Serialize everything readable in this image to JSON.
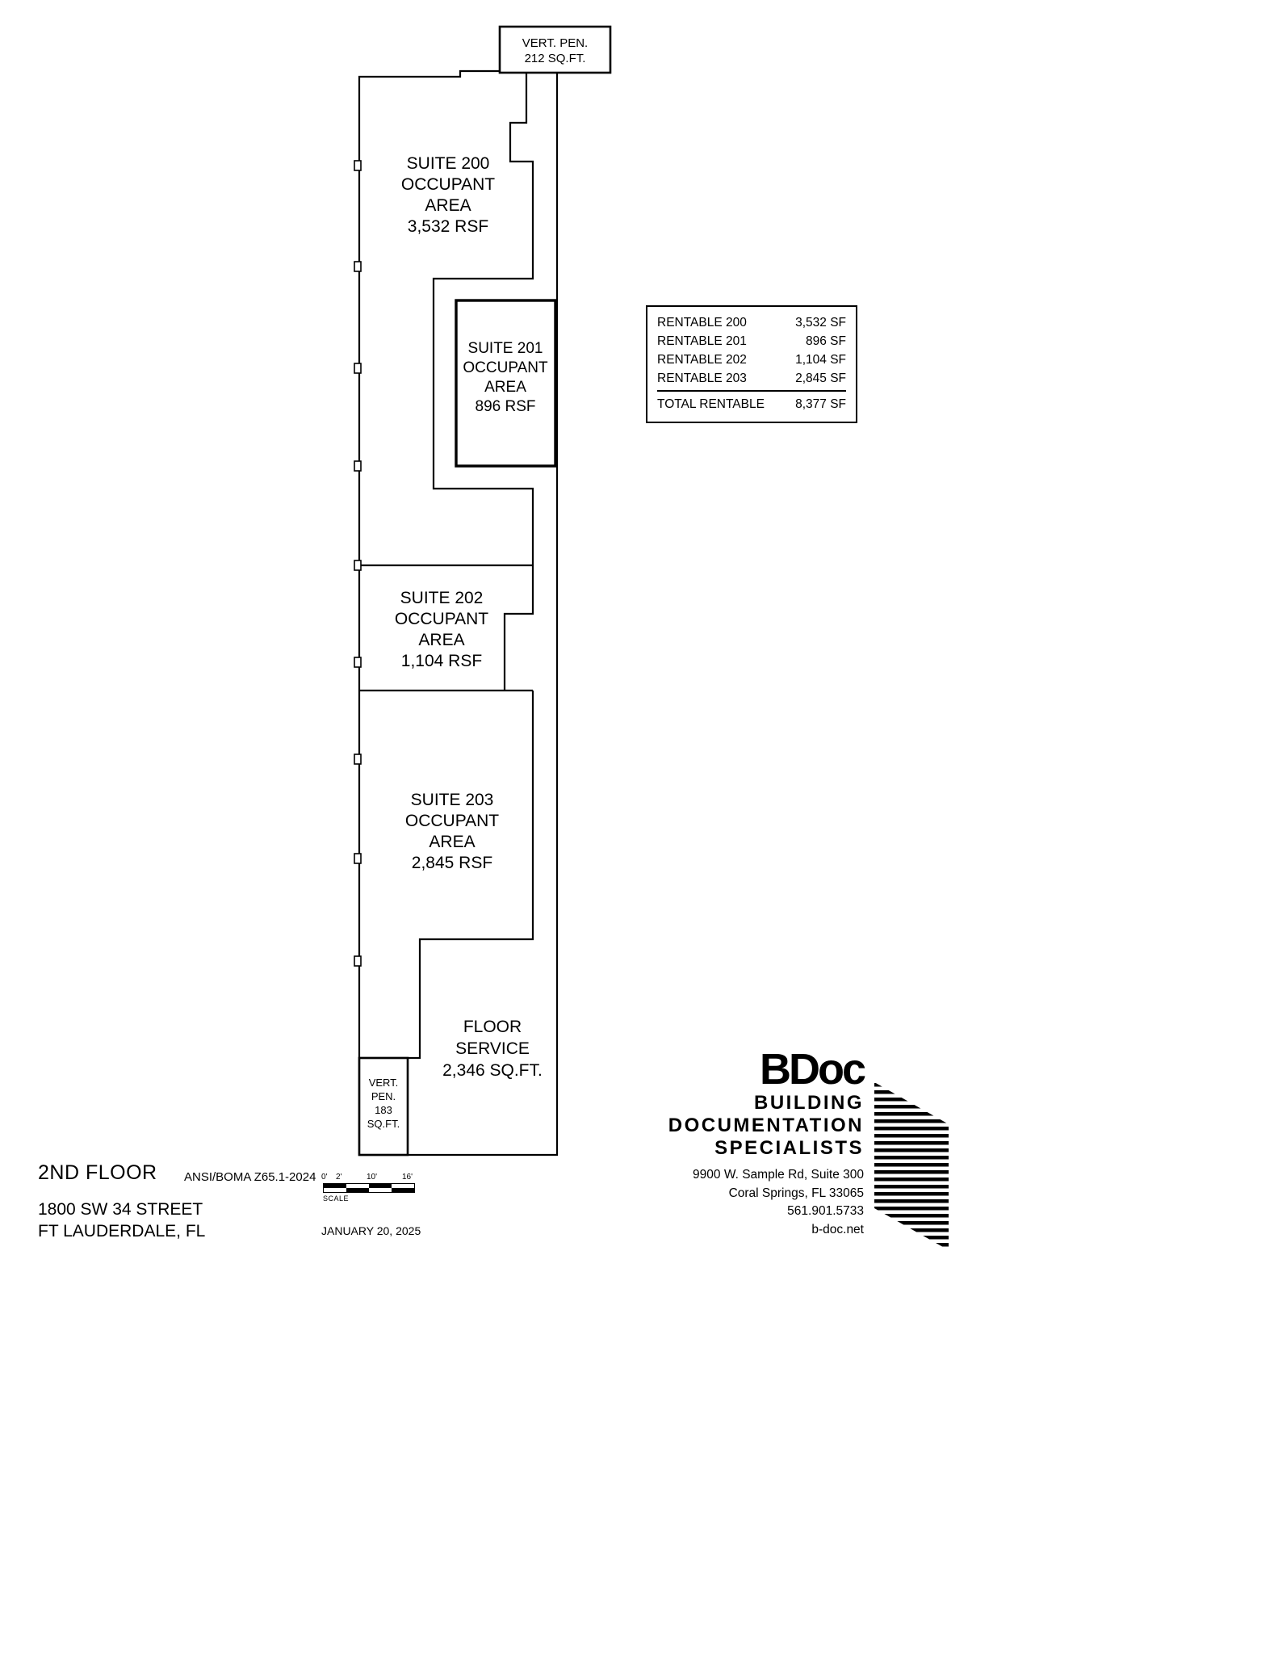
{
  "plan": {
    "vert_pen_top": "VERT. PEN.\n212 SQ.FT.",
    "suite_200": "SUITE 200\nOCCUPANT\nAREA\n3,532 RSF",
    "suite_201": "SUITE 201\nOCCUPANT\nAREA\n896 RSF",
    "suite_202": "SUITE 202\nOCCUPANT\nAREA\n1,104 RSF",
    "suite_203": "SUITE 203\nOCCUPANT\nAREA\n2,845 RSF",
    "floor_service": "FLOOR\nSERVICE\n2,346 SQ.FT.",
    "vert_pen_bottom": "VERT.\nPEN.\n183\nSQ.FT."
  },
  "rentable_table": {
    "rows": [
      {
        "label": "RENTABLE 200",
        "value": "3,532 SF"
      },
      {
        "label": "RENTABLE 201",
        "value": "896 SF"
      },
      {
        "label": "RENTABLE 202",
        "value": "1,104 SF"
      },
      {
        "label": "RENTABLE 203",
        "value": "2,845 SF"
      }
    ],
    "total": {
      "label": "TOTAL RENTABLE",
      "value": "8,377 SF"
    }
  },
  "title_block": {
    "floor": "2ND FLOOR",
    "standard": "ANSI/BOMA Z65.1-2024",
    "address_line1": "1800 SW 34 STREET",
    "address_line2": "FT LAUDERDALE, FL",
    "date": "JANUARY 20, 2025",
    "scale_label": "SCALE",
    "scale_ticks": [
      "0'",
      "2'",
      "10'",
      "16'"
    ]
  },
  "logo": {
    "wordmark": "BDoc",
    "line1": "BUILDING",
    "line2": "DOCUMENTATION",
    "line3": "SPECIALISTS",
    "address1": "9900 W. Sample Rd, Suite 300",
    "address2": "Coral Springs, FL 33065",
    "phone": "561.901.5733",
    "web": "b-doc.net"
  },
  "colors": {
    "line": "#000000",
    "background": "#ffffff"
  }
}
